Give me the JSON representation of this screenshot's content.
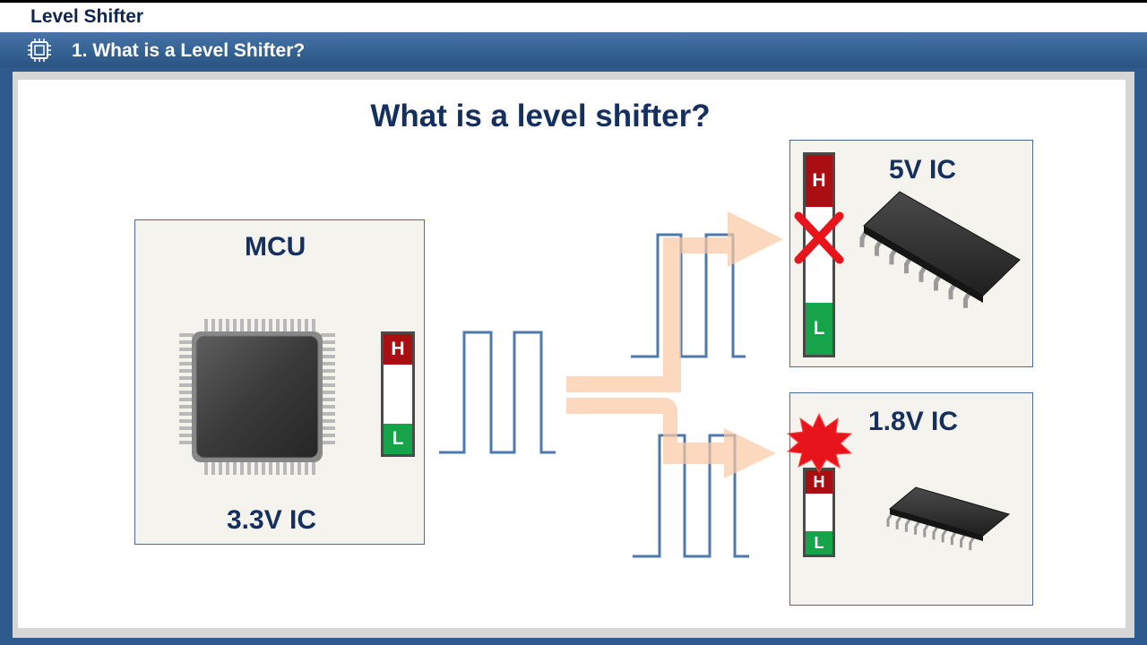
{
  "header": {
    "app_title": "Level Shifter"
  },
  "section": {
    "title": "1. What is a Level Shifter?",
    "icon": "chip-icon"
  },
  "slide": {
    "title": "What is a level shifter?",
    "mcu_panel": {
      "name": "MCU",
      "voltage": "3.3V IC",
      "high": "H",
      "low": "L"
    },
    "ic5v_panel": {
      "name": "5V IC",
      "high": "H",
      "low": "L",
      "status_icon": "cross-icon"
    },
    "ic18v_panel": {
      "name": "1.8V IC",
      "high": "H",
      "low": "L",
      "status_icon": "explosion-icon"
    }
  },
  "colors": {
    "brand_blue": "#2f5a8e",
    "title_text": "#15305f",
    "signal_line": "#4f79ad",
    "arrow_fill": "#fbd2b4",
    "high_red": "#a80e12",
    "low_green": "#16a34a",
    "error_red": "#e8141c"
  }
}
